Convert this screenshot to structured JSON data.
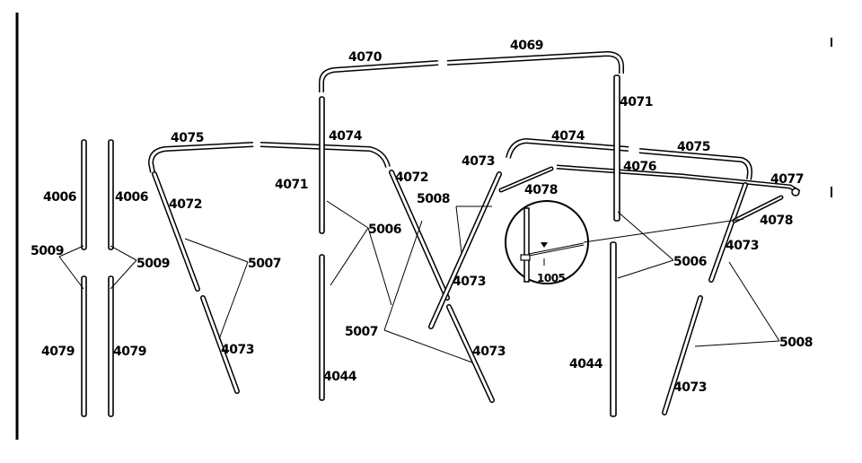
{
  "diagram": {
    "labels": {
      "p4070": "4070",
      "p4069": "4069",
      "p4071_right": "4071",
      "p4071_left": "4071",
      "p4075_left": "4075",
      "p4074_left": "4074",
      "p4074_right": "4074",
      "p4075_right": "4075",
      "p4076": "4076",
      "p4077": "4077",
      "p4078_upper": "4078",
      "p4078_right": "4078",
      "p4073_a": "4073",
      "p4073_b": "4073",
      "p4073_c": "4073",
      "p4073_d": "4073",
      "p4073_e": "4073",
      "p4073_f": "4073",
      "p4072_left": "4072",
      "p4072_mid": "4072",
      "p4006_a": "4006",
      "p4006_b": "4006",
      "p5009_a": "5009",
      "p5009_b": "5009",
      "p5007_a": "5007",
      "p5007_b": "5007",
      "p5006_a": "5006",
      "p5006_b": "5006",
      "p5008_a": "5008",
      "p5008_b": "5008",
      "p4079_a": "4079",
      "p4079_b": "4079",
      "p4044_a": "4044",
      "p4044_b": "4044",
      "p1005": "1005"
    }
  }
}
